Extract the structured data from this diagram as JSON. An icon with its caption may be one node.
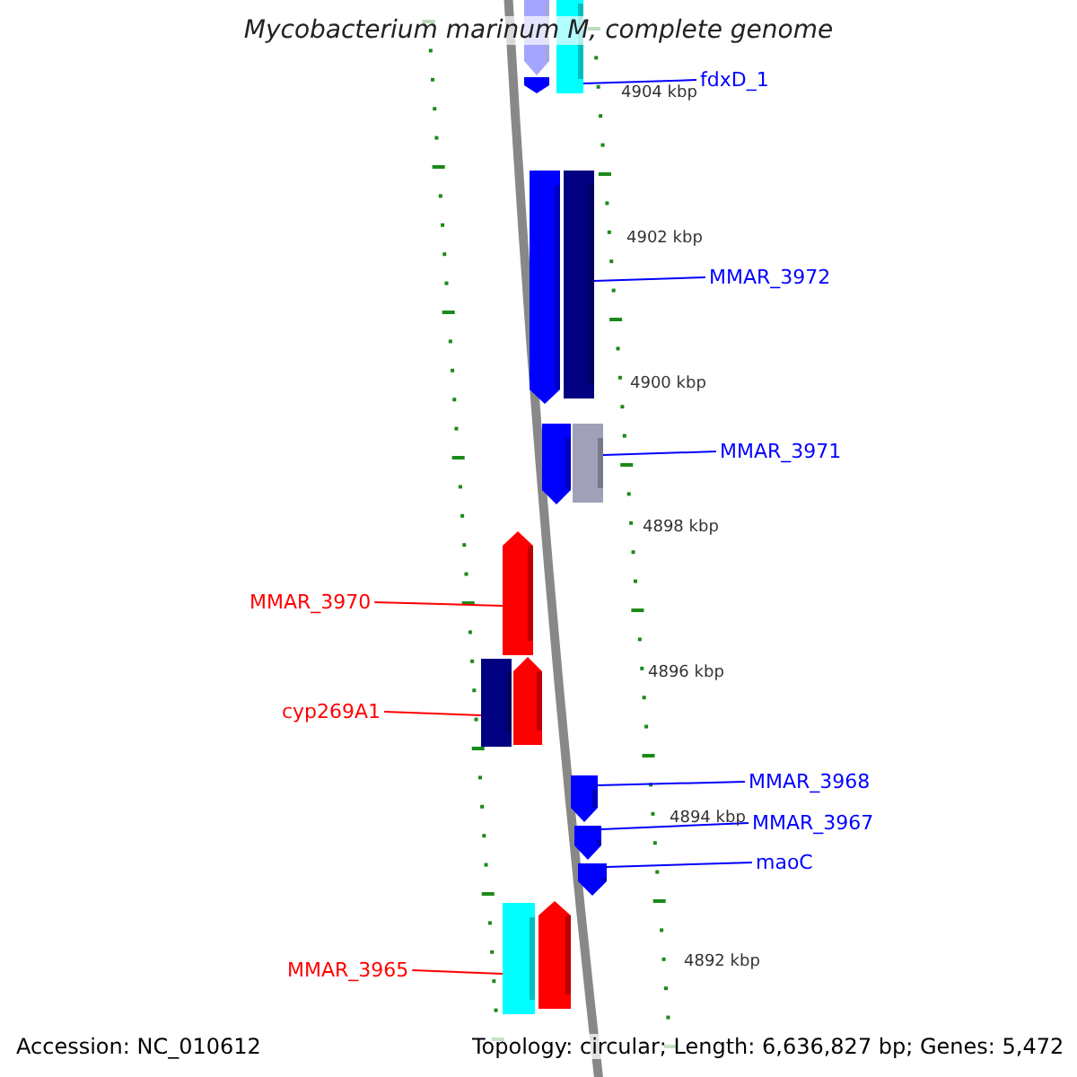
{
  "diagram": {
    "title": "Mycobacterium marinum M, complete genome",
    "nodes": [
      {
        "text": [],
        "shape": "pentagon"
      },
      {
        "text": [],
        "shape": "box"
      },
      {
        "text": [],
        "shape": "pentagon"
      },
      {
        "text": [],
        "shape": "pentagon"
      },
      {
        "text": [],
        "shape": "box"
      },
      {
        "text": [],
        "shape": "pentagon"
      },
      {
        "text": [],
        "shape": "box"
      },
      {
        "text": [],
        "shape": "pentagon"
      },
      {
        "text": [],
        "shape": "box"
      },
      {
        "text": [],
        "shape": "pentagon"
      },
      {
        "text": [],
        "shape": "pentagon"
      },
      {
        "text": [],
        "shape": "pentagon"
      },
      {
        "text": [],
        "shape": "pentagon"
      },
      {
        "text": [],
        "shape": "box"
      },
      {
        "text": [],
        "shape": "pentagon"
      },
      {
        "text": [
          "fdxD_1"
        ]
      },
      {
        "text": [
          "MMAR_3972"
        ]
      },
      {
        "text": [
          "MMAR_3971"
        ]
      },
      {
        "text": [
          "MMAR_3970"
        ]
      },
      {
        "text": [
          "cyp269A1"
        ]
      },
      {
        "text": [
          "MMAR_3968"
        ]
      },
      {
        "text": [
          "MMAR_3967"
        ]
      },
      {
        "text": [
          "maoC"
        ]
      },
      {
        "text": [
          "MMAR_3965"
        ]
      }
    ],
    "edges": [
      {
        "from": 15,
        "to": 1,
        "arrow": "none"
      },
      {
        "from": 16,
        "to": 4,
        "arrow": "none"
      },
      {
        "from": 17,
        "to": 6,
        "arrow": "none"
      },
      {
        "from": 18,
        "to": 7,
        "arrow": "none",
        "color": "#ff0000"
      },
      {
        "from": 19,
        "to": 8,
        "arrow": "none",
        "color": "#ff0000"
      },
      {
        "from": 20,
        "to": 10,
        "arrow": "none"
      },
      {
        "from": 21,
        "to": 11,
        "arrow": "none"
      },
      {
        "from": 22,
        "to": 12,
        "arrow": "none"
      },
      {
        "from": 23,
        "to": 13,
        "arrow": "none",
        "color": "#ff0000"
      }
    ],
    "labels": [
      "4904 kbp",
      "4902 kbp",
      "4900 kbp",
      "4898 kbp",
      "4896 kbp",
      "4894 kbp",
      "4892 kbp",
      "Accession: NC_010612",
      "Topology: circular; Length: 6,636,827 bp; Genes: 5,472"
    ]
  }
}
